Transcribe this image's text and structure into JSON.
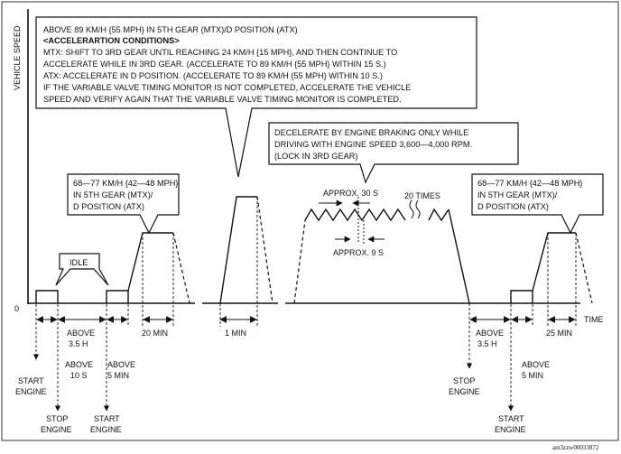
{
  "axes": {
    "y_label": "VEHICLE SPEED",
    "x_label": "TIME",
    "origin": "0"
  },
  "callouts": {
    "top_box": {
      "lines": [
        "ABOVE 89 KM/H {55 MPH} IN 5TH GEAR (MTX)/D POSITION (ATX)",
        "<ACCELERARTION CONDITIONS>",
        "MTX: SHIFT TO 3RD GEAR UNTIL REACHING 24 KM/H {15 MPH}, AND THEN CONTINUE TO",
        "ACCELERATE WHILE IN 3RD GEAR. (ACCELERATE TO 89 KM/H {55 MPH} WITHIN 15 S.)",
        "ATX: ACCELERATE IN D POSITION. (ACCELERATE TO 89 KM/H {55 MPH} WITHIN 10 S.)",
        "IF THE VARIABLE VALVE TIMING MONITOR IS NOT COMPLETED, ACCELERATE THE VEHICLE",
        "SPEED AND VERIFY AGAIN THAT THE VARIABLE VALVE TIMING MONITOR IS COMPLETED."
      ]
    },
    "decel_box": {
      "lines": [
        "DECELERATE BY ENGINE BRAKING ONLY WHILE",
        "DRIVING WITH ENGINE SPEED 3,600—4,000 RPM.",
        "(LOCK IN 3RD GEAR)"
      ]
    },
    "left_speed_box": {
      "lines": [
        "68—77 KM/H {42—48 MPH}",
        "IN 5TH GEAR (MTX)/",
        "D POSITION (ATX)"
      ]
    },
    "right_speed_box": {
      "lines": [
        "68—77 KM/H {42—48 MPH}",
        "IN 5TH GEAR (MTX)/",
        "D POSITION (ATX)"
      ]
    },
    "idle_box": {
      "text": "IDLE"
    }
  },
  "annotations": {
    "approx_30s": "APPROX. 30 S",
    "approx_9s": "APPROX. 9 S",
    "twenty_times": "20 TIMES"
  },
  "durations": {
    "above_3_5h_left": [
      "ABOVE",
      "3.5 H"
    ],
    "above_10s": [
      "ABOVE",
      "10 S"
    ],
    "above_5min_left": [
      "ABOVE",
      "5 MIN"
    ],
    "twenty_min": "20 MIN",
    "one_min": "1 MIN",
    "above_3_5h_right": [
      "ABOVE",
      "3.5 H"
    ],
    "above_5min_right": [
      "ABOVE",
      "5 MIN"
    ],
    "twenty_five_min": "25 MIN"
  },
  "engine_events": {
    "start_1": [
      "START",
      "ENGINE"
    ],
    "stop_1": [
      "STOP",
      "ENGINE"
    ],
    "start_2": [
      "START",
      "ENGINE"
    ],
    "stop_2": [
      "STOP",
      "ENGINE"
    ],
    "start_3": [
      "START",
      "ENGINE"
    ]
  },
  "figure_code": "am3zzw00033872"
}
